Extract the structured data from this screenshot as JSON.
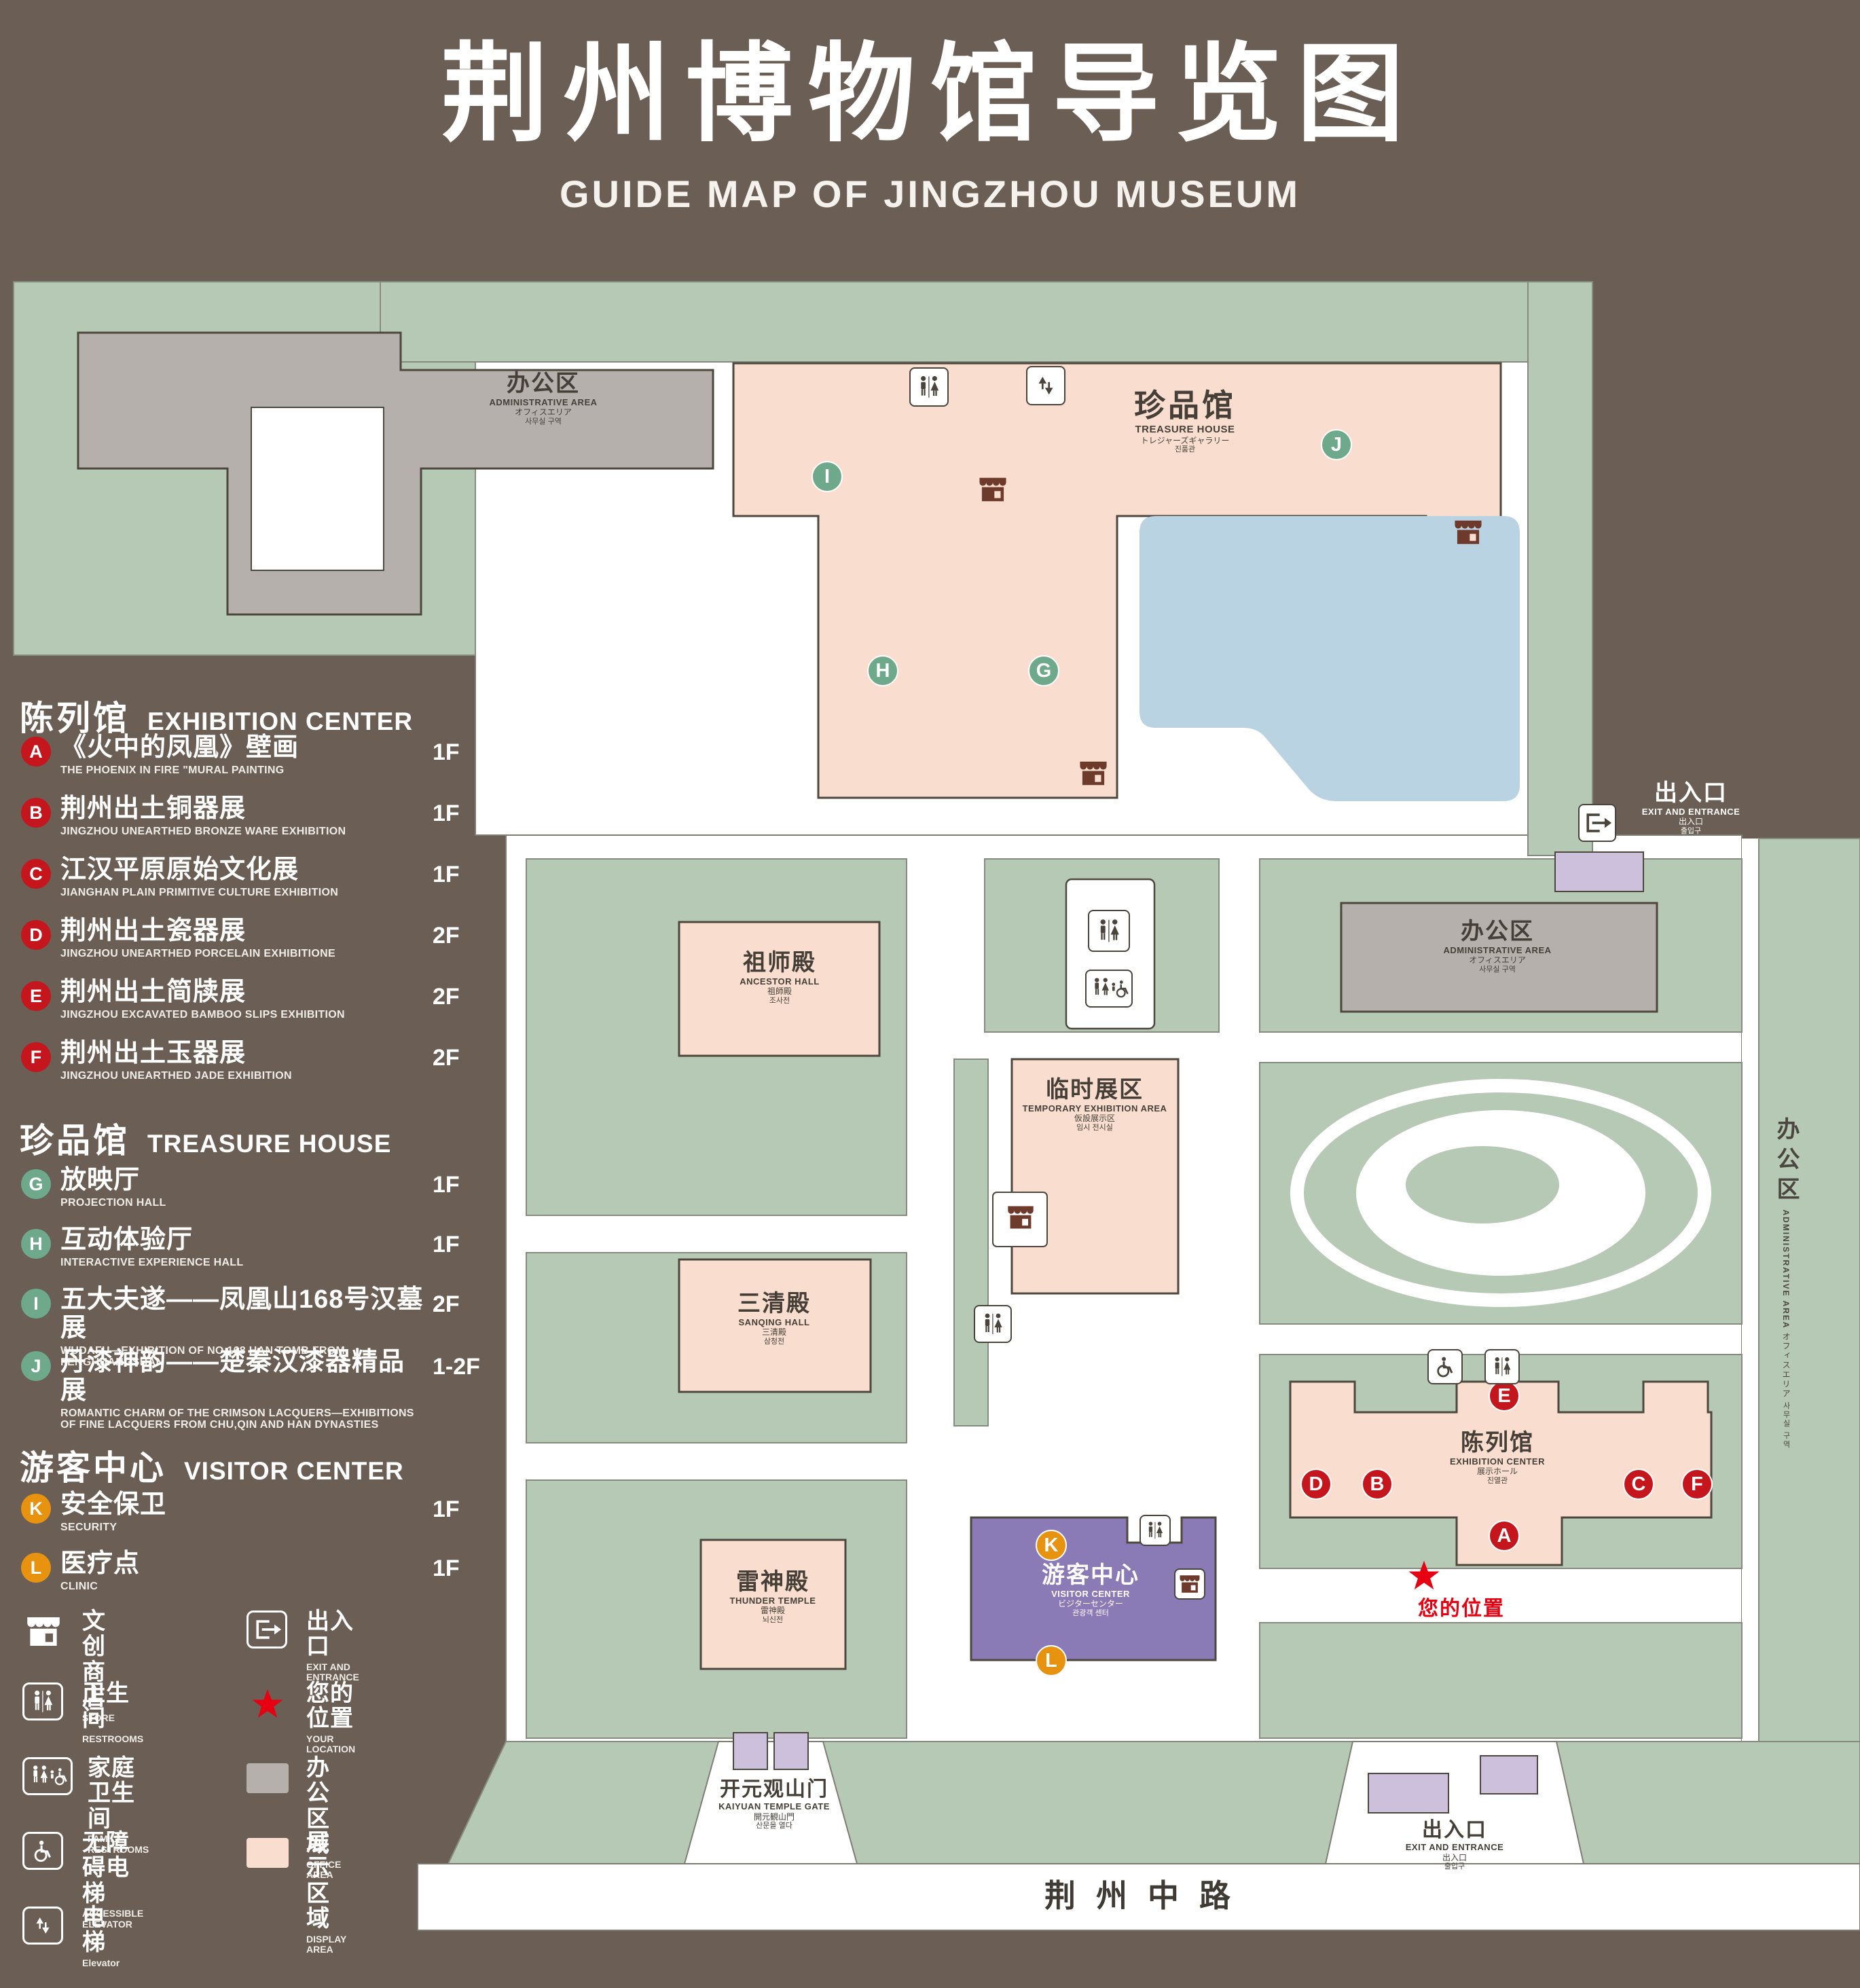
{
  "header": {
    "title": "荆州博物馆导览图",
    "subtitle": "GUIDE MAP OF JINGZHOU MUSEUM"
  },
  "legend": {
    "sections": [
      {
        "heading_zh": "陈列馆",
        "heading_en": "EXHIBITION CENTER",
        "items": [
          {
            "letter": "A",
            "zh": "《火中的凤凰》壁画",
            "en": "THE PHOENIX IN FIRE \"MURAL PAINTING",
            "floor": "1F"
          },
          {
            "letter": "B",
            "zh": "荆州出土铜器展",
            "en": "JINGZHOU UNEARTHED BRONZE WARE EXHIBITION",
            "floor": "1F"
          },
          {
            "letter": "C",
            "zh": "江汉平原原始文化展",
            "en": "JIANGHAN PLAIN PRIMITIVE CULTURE EXHIBITION",
            "floor": "1F"
          },
          {
            "letter": "D",
            "zh": "荆州出土瓷器展",
            "en": "JINGZHOU UNEARTHED PORCELAIN EXHIBITIONE",
            "floor": "2F"
          },
          {
            "letter": "E",
            "zh": "荆州出土简牍展",
            "en": "JINGZHOU EXCAVATED BAMBOO SLIPS EXHIBITION",
            "floor": "2F"
          },
          {
            "letter": "F",
            "zh": "荆州出土玉器展",
            "en": "JINGZHOU UNEARTHED JADE EXHIBITION",
            "floor": "2F"
          }
        ]
      },
      {
        "heading_zh": "珍品馆",
        "heading_en": "TREASURE HOUSE",
        "items": [
          {
            "letter": "G",
            "zh": "放映厅",
            "en": "PROJECTION HALL",
            "floor": "1F"
          },
          {
            "letter": "H",
            "zh": "互动体验厅",
            "en": "INTERACTIVE EXPERIENCE HALL",
            "floor": "1F"
          },
          {
            "letter": "I",
            "zh": "五大夫遂——凤凰山168号汉墓展",
            "en": "WUDAFU—EXHIBITION OF NO.168 HAN TOMB FROM FENGHUANGSHAN",
            "floor": "2F"
          },
          {
            "letter": "J",
            "zh": "丹漆神韵——楚秦汉漆器精品展",
            "en": "ROMANTIC CHARM OF THE CRIMSON LACQUERS—EXHIBITIONS OF FINE LACQUERS FROM CHU,QIN AND HAN DYNASTIES",
            "floor": "1-2F"
          }
        ]
      },
      {
        "heading_zh": "游客中心",
        "heading_en": "VISITOR CENTER",
        "items": [
          {
            "letter": "K",
            "zh": "安全保卫",
            "en": "SECURITY",
            "floor": "1F"
          },
          {
            "letter": "L",
            "zh": "医疗点",
            "en": "CLINIC",
            "floor": "1F"
          }
        ]
      }
    ],
    "symbols": [
      {
        "icon": "store-icon",
        "zh": "文创商店",
        "en": "STORE"
      },
      {
        "icon": "restroom-icon",
        "zh": "卫生间",
        "en": "RESTROOMS"
      },
      {
        "icon": "family-restroom-icon",
        "zh": "家庭卫生间",
        "en": "FAMILY RESTROOMS"
      },
      {
        "icon": "accessible-elevator-icon",
        "zh": "无障碍电梯",
        "en": "ACCESSIBLE ELEVATOR"
      },
      {
        "icon": "elevator-icon",
        "zh": "电梯",
        "en": "Elevator"
      },
      {
        "icon": "exit-icon",
        "zh": "出入口",
        "en": "EXIT AND ENTRANCE"
      },
      {
        "icon": "location-star-icon",
        "zh": "您的位置",
        "en": "YOUR LOCATION"
      },
      {
        "icon": "office-area-swatch",
        "zh": "办公区域",
        "en": "OFFICE AREA"
      },
      {
        "icon": "display-area-swatch",
        "zh": "展示区域",
        "en": "DISPLAY AREA"
      }
    ]
  },
  "map": {
    "labels": {
      "admin_nw": {
        "zh": "办公区",
        "en": "ADMINISTRATIVE AREA",
        "jp": "オフィスエリア",
        "kr": "사무실 구역"
      },
      "treasure": {
        "zh": "珍品馆",
        "en": "TREASURE HOUSE",
        "jp": "トレジャーズギャラリー",
        "kr": "진품관"
      },
      "exit_right": {
        "zh": "出入口",
        "en": "EXIT AND ENTRANCE",
        "jp": "出入口",
        "kr": "출입구"
      },
      "ancestor": {
        "zh": "祖师殿",
        "en": "ANCESTOR HALL",
        "jp": "祖師殿",
        "kr": "조사전"
      },
      "temp_exhibition": {
        "zh": "临时展区",
        "en": "TEMPORARY EXHIBITION AREA",
        "jp": "仮設展示区",
        "kr": "임시 전시실"
      },
      "admin_ne": {
        "zh": "办公区",
        "en": "ADMINISTRATIVE AREA",
        "jp": "オフィスエリア",
        "kr": "사무실 구역"
      },
      "sanqing": {
        "zh": "三清殿",
        "en": "SANQING HALL",
        "jp": "三清殿",
        "kr": "삼청전"
      },
      "thunder": {
        "zh": "雷神殿",
        "en": "THUNDER TEMPLE",
        "jp": "雷神殿",
        "kr": "뇌신전"
      },
      "visitor": {
        "zh": "游客中心",
        "en": "VISITOR CENTER",
        "jp": "ビジターセンター",
        "kr": "관광객 센터"
      },
      "exhibition": {
        "zh": "陈列馆",
        "en": "EXHIBITION CENTER",
        "jp": "展示ホール",
        "kr": "진열관"
      },
      "gate": {
        "zh": "开元观山门",
        "en": "KAIYUAN TEMPLE GATE",
        "jp": "開元観山門",
        "kr": "산문을 열다"
      },
      "exit_bottom": {
        "zh": "出入口",
        "en": "EXIT AND ENTRANCE",
        "jp": "出入口",
        "kr": "출입구"
      },
      "admin_east": {
        "zh": "办公区",
        "en": "ADMINISTRATIVE AREA",
        "jp": "オフィスエリア",
        "kr": "사무실 구역"
      },
      "road": {
        "zh": "荆州中路"
      },
      "your_location": {
        "zh": "您的位置"
      }
    },
    "colors": {
      "background": "#6b5e54",
      "map_green": "#b5c9b4",
      "display_area": "#f9ded0",
      "office_area": "#b5b0ac",
      "water": "#b9d3e2",
      "visitor_purple": "#8a7ab5",
      "entrance_lavender": "#ccc0dc",
      "marker_red": "#c5161d",
      "marker_green": "#6fa98c",
      "marker_orange": "#e8930f",
      "location_red": "#e60012"
    }
  }
}
